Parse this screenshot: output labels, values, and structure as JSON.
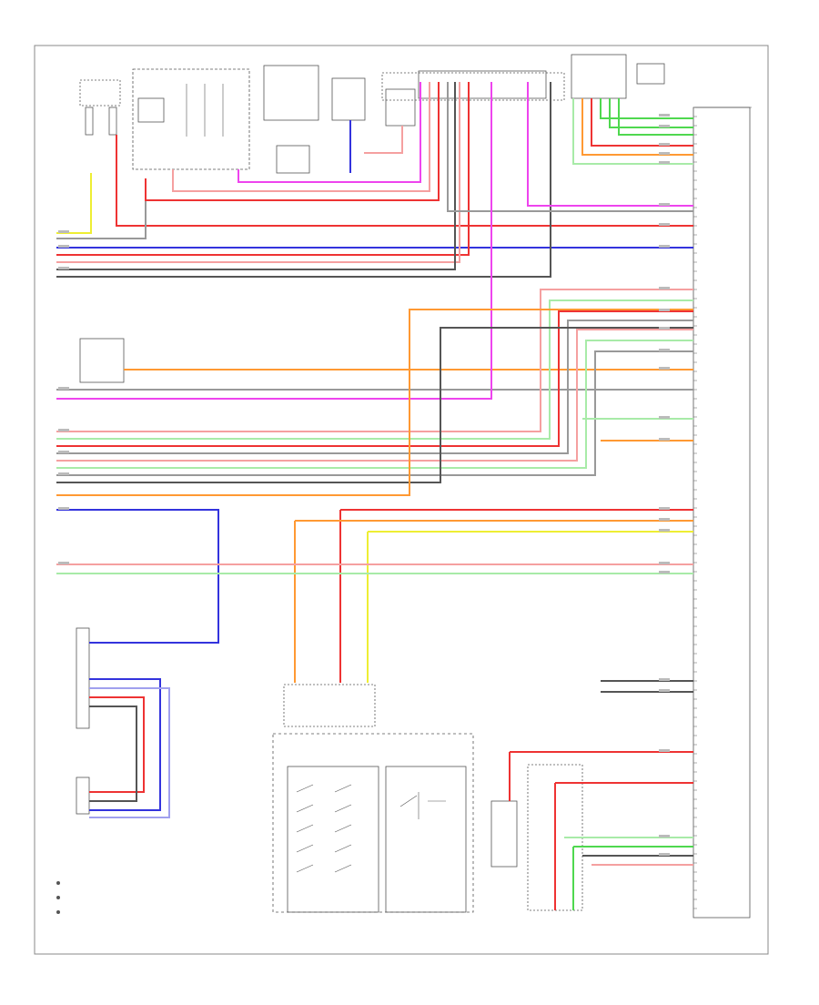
{
  "diagram": {
    "footer_code": "",
    "colors": {
      "red": "#ee3333",
      "pink": "#f5a0a0",
      "blue": "#3333dd",
      "violet": "#a0a0ee",
      "green": "#4fd84f",
      "light_green": "#a8eba8",
      "magenta": "#ee44ee",
      "orange": "#ff9933",
      "yellow": "#eeee33",
      "dark_gray": "#555555",
      "gray": "#999999",
      "black": "#222222"
    },
    "components": [
      {
        "id": "ignition-switch",
        "label": ""
      },
      {
        "id": "transmission-range-switch",
        "label": ""
      },
      {
        "id": "sensor-module",
        "label": ""
      },
      {
        "id": "left-junction-block",
        "label": ""
      },
      {
        "id": "steering-lock-connector",
        "label": ""
      },
      {
        "id": "top-right-connector",
        "label": ""
      },
      {
        "id": "center-relay-box",
        "label": ""
      },
      {
        "id": "lower-left-module",
        "label": ""
      },
      {
        "id": "steering-pad-switch",
        "label": ""
      },
      {
        "id": "left-steering-pad-switch",
        "label": ""
      },
      {
        "id": "right-steering-pad-switch",
        "label": ""
      },
      {
        "id": "right-bottom-module",
        "label": ""
      },
      {
        "id": "main-control-module",
        "label": ""
      }
    ],
    "legend": [
      {
        "id": "legend-1",
        "label": ""
      },
      {
        "id": "legend-2",
        "label": ""
      },
      {
        "id": "legend-3",
        "label": ""
      }
    ]
  }
}
